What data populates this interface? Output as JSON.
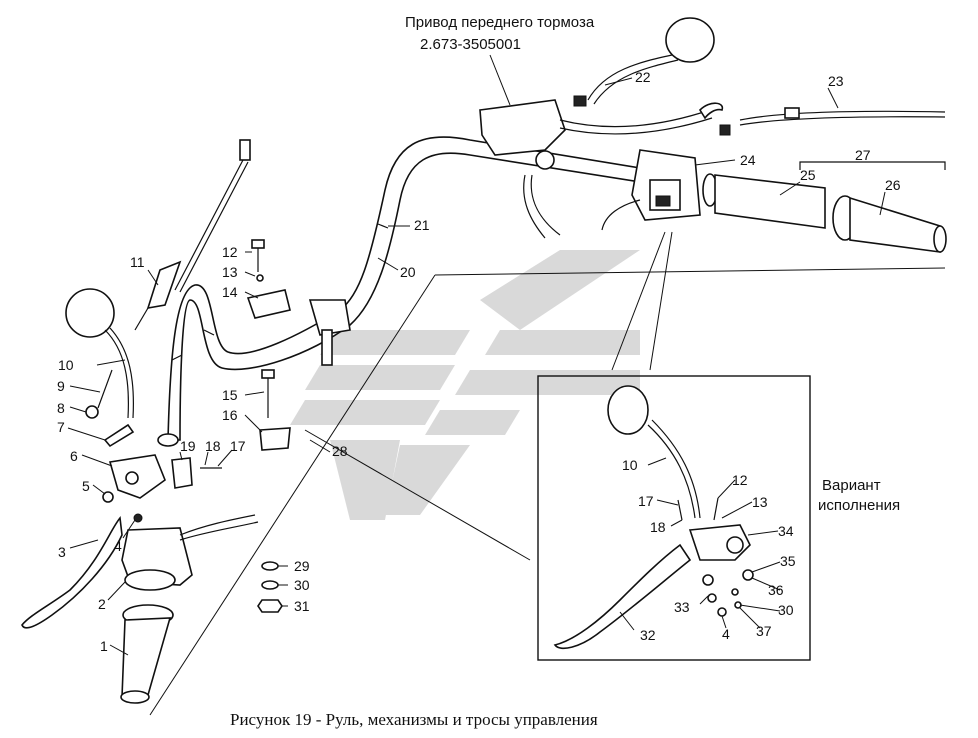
{
  "header": {
    "line1": "Привод переднего тормоза",
    "line2": "2.673-3505001"
  },
  "variant": {
    "line1": "Вариант",
    "line2": "исполнения"
  },
  "caption": "Рисунок 19 - Руль, механизмы и тросы управления",
  "callouts": {
    "c1": "1",
    "c2": "2",
    "c3": "3",
    "c4": "4",
    "c5": "5",
    "c6": "6",
    "c7": "7",
    "c8": "8",
    "c9": "9",
    "c10": "10",
    "c11": "11",
    "c12": "12",
    "c13": "13",
    "c14": "14",
    "c15": "15",
    "c16": "16",
    "c17": "17",
    "c18": "18",
    "c19": "19",
    "c20": "20",
    "c21": "21",
    "c22": "22",
    "c23": "23",
    "c24": "24",
    "c25": "25",
    "c26": "26",
    "c27": "27",
    "c28": "28",
    "c29": "29",
    "c30": "30",
    "c31": "31"
  },
  "inset_callouts": {
    "c10": "10",
    "c12": "12",
    "c13": "13",
    "c17": "17",
    "c18": "18",
    "c34": "34",
    "c35": "35",
    "c36": "36",
    "c33": "33",
    "c30": "30",
    "c4": "4",
    "c37": "37",
    "c32": "32"
  },
  "colors": {
    "ink": "#111111",
    "watermark": "#d9d9d9"
  }
}
